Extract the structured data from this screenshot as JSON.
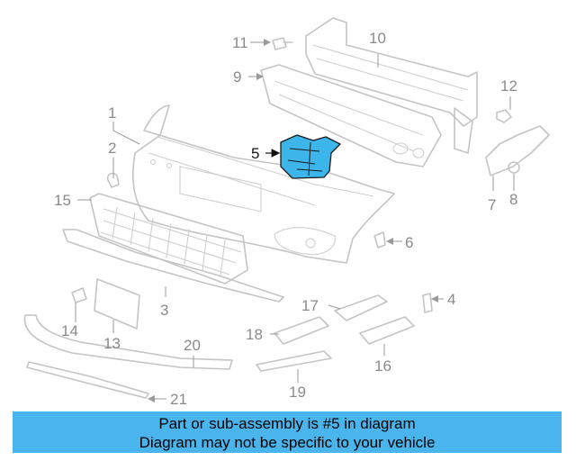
{
  "diagram": {
    "highlight_color": "#3cb6ea",
    "highlighted_part": "5",
    "callouts": [
      "1",
      "2",
      "3",
      "4",
      "5",
      "6",
      "7",
      "8",
      "9",
      "10",
      "11",
      "12",
      "13",
      "14",
      "15",
      "16",
      "17",
      "18",
      "19",
      "20",
      "21"
    ]
  },
  "banner": {
    "background": "#4ab4ec",
    "line1": "Part or sub-assembly is #5 in diagram",
    "line2": "Diagram may not be specific to your vehicle"
  }
}
